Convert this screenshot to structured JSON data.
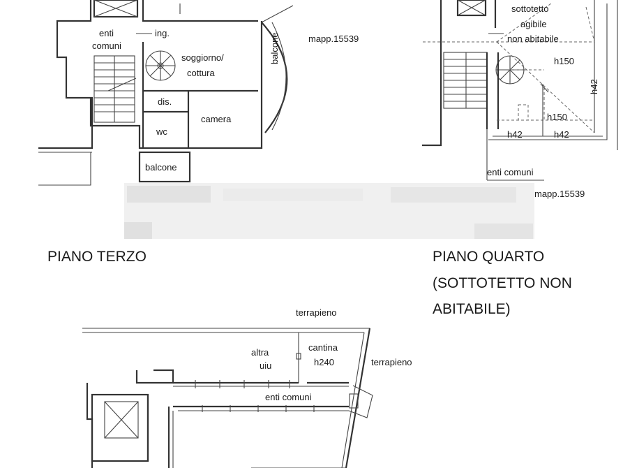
{
  "floor3": {
    "title": "PIANO TERZO",
    "rooms": {
      "enti_comuni_line1": "enti",
      "enti_comuni_line2": "comuni",
      "ingresso": "ing.",
      "soggiorno_line1": "soggiorno/",
      "soggiorno_line2": "cottura",
      "disimpegno": "dis.",
      "wc": "wc",
      "camera": "camera",
      "balcone_side": "balcone",
      "balcone_front": "balcone"
    },
    "parcel": "mapp.15539"
  },
  "floor4": {
    "title_line1": "PIANO QUARTO",
    "title_line2": "(SOTTOTETTO NON",
    "title_line3": "ABITABILE)",
    "rooms": {
      "sottotetto_line1": "sottotetto",
      "sottotetto_line2": "agibile",
      "sottotetto_line3": "non abitabile",
      "enti_comuni": "enti comuni"
    },
    "heights": {
      "h150_top": "h150",
      "h42_vertical": "h42",
      "h150_bottom": "h150",
      "h42_left": "h42",
      "h42_right": "h42"
    },
    "parcel": "mapp.15539"
  },
  "basement": {
    "terrapieno_top": "terrapieno",
    "terrapieno_right": "terrapieno",
    "altra_uiu_line1": "altra",
    "altra_uiu_line2": "uiu",
    "cantina_line1": "cantina",
    "cantina_line2": "h240",
    "enti_comuni": "enti comuni"
  }
}
